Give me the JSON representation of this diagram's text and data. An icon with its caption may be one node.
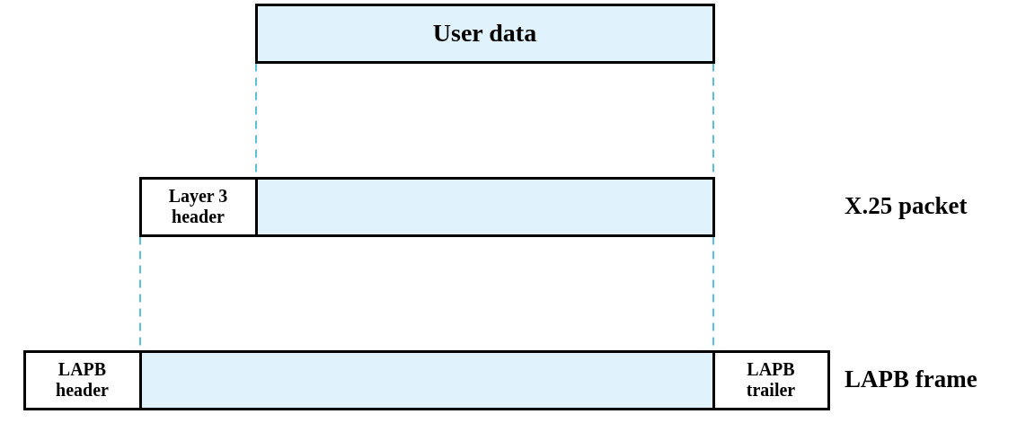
{
  "diagram": {
    "nodes": [
      {
        "text": [
          "User data"
        ]
      },
      {
        "text": [
          "X.25 packet"
        ]
      },
      {
        "text": [
          "Layer 3 header"
        ],
        "in": 1
      },
      {
        "text": [],
        "shape": "box",
        "in": 1
      },
      {
        "text": [
          "LAPB frame"
        ]
      },
      {
        "text": [
          "LAPB header"
        ],
        "in": 4
      },
      {
        "text": [],
        "shape": "box",
        "in": 4
      },
      {
        "text": [
          "LAPB trailer"
        ],
        "in": 4
      }
    ],
    "edges": [
      {
        "from": 0,
        "to": 3,
        "arrow": "none",
        "style": "dashed"
      },
      {
        "from": 0,
        "to": 3,
        "arrow": "none",
        "style": "dashed"
      },
      {
        "from": 1,
        "to": 6,
        "arrow": "none",
        "style": "dashed"
      },
      {
        "from": 1,
        "to": 6,
        "arrow": "none",
        "style": "dashed"
      }
    ]
  }
}
